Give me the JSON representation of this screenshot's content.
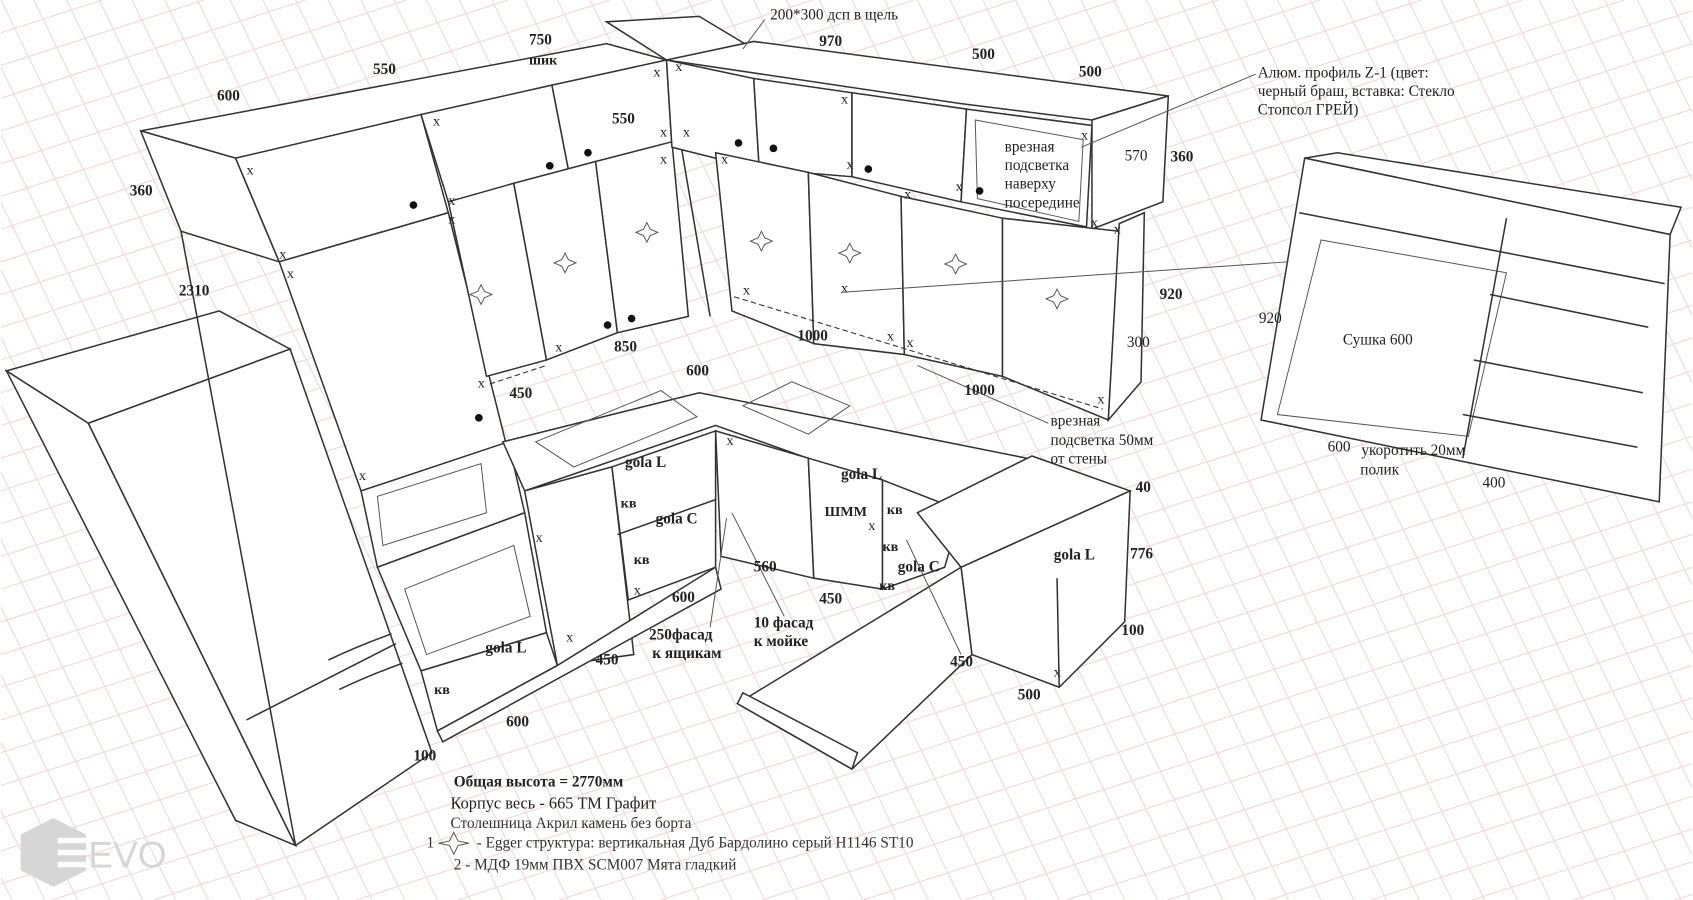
{
  "drawing": {
    "title_note": "200*300 дсп в щель",
    "upper_dimensions": [
      "600",
      "550",
      "750",
      "шик",
      "970",
      "500",
      "500",
      "550",
      "360",
      "2310"
    ],
    "profile_note": [
      "Алюм. профиль Z-1 (цвет:",
      "черный браш, вставка: Стекло",
      "Стопсол ГРЕЙ)"
    ],
    "top_light_note": [
      "врезная",
      "подсветка",
      "наверху",
      "посередине"
    ],
    "side_dimensions": [
      "570",
      "360",
      "920",
      "300"
    ],
    "wall_dimensions": [
      "850",
      "450",
      "600",
      "1000",
      "1000"
    ],
    "under_light_note": [
      "врезная",
      "подсветка 50мм",
      "от стены"
    ],
    "shelf": {
      "height": "920",
      "label": "Сушка 600",
      "width": "600",
      "note": "укоротить 20мм",
      "note2": "полик",
      "depth": "400"
    },
    "island_dimensions": [
      "40",
      "776",
      "100",
      "500",
      "450"
    ],
    "base_labels": [
      "gola L",
      "gola C",
      "кв",
      "кв",
      "ШММ",
      "кв",
      "кв",
      "gola L",
      "gola C",
      "кв",
      "gola L",
      "кв",
      "gola L"
    ],
    "base_dimensions": [
      "560",
      "450",
      "600",
      "450",
      "600",
      "100"
    ],
    "facade_notes": [
      "250фасад",
      "к ящикам",
      "10 фасад",
      "к мойке"
    ],
    "marks": "x"
  },
  "legend": {
    "total_height": "Общая высота = 2770мм",
    "body": "Корпус весь - 665 ТМ Графит",
    "countertop": "Столешница Акрил камень без борта",
    "item1_num": "1",
    "item1": "- Egger структура: вертикальная Дуб Бардолино серый H1146 ST10",
    "item2": "2 - МДФ 19мм ПВХ SCM007 Мята гладкий"
  },
  "logo": {
    "text": "EVO"
  }
}
